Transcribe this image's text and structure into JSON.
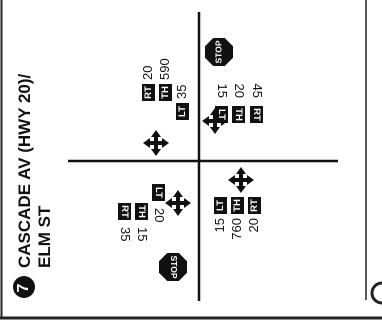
{
  "panel": {
    "number": "7",
    "title_line1": "CASCADE AV (HWY 20)/",
    "title_line2": "ELM ST"
  },
  "signs": {
    "stop": "STOP"
  },
  "approaches": {
    "top": {
      "movements": [
        {
          "code": "RT",
          "volume": "20"
        },
        {
          "code": "TH",
          "volume": "590"
        },
        {
          "code": "LT",
          "volume": "35"
        }
      ]
    },
    "right": {
      "movements": [
        {
          "code": "RT",
          "volume": "45"
        },
        {
          "code": "TH",
          "volume": "20"
        },
        {
          "code": "LT",
          "volume": "15"
        }
      ]
    },
    "bottom": {
      "movements": [
        {
          "code": "LT",
          "volume": "15"
        },
        {
          "code": "TH",
          "volume": "760"
        },
        {
          "code": "RT",
          "volume": "20"
        }
      ]
    },
    "left": {
      "movements": [
        {
          "code": "LT",
          "volume": "20"
        },
        {
          "code": "TH",
          "volume": "15"
        },
        {
          "code": "RT",
          "volume": "35"
        }
      ]
    }
  }
}
